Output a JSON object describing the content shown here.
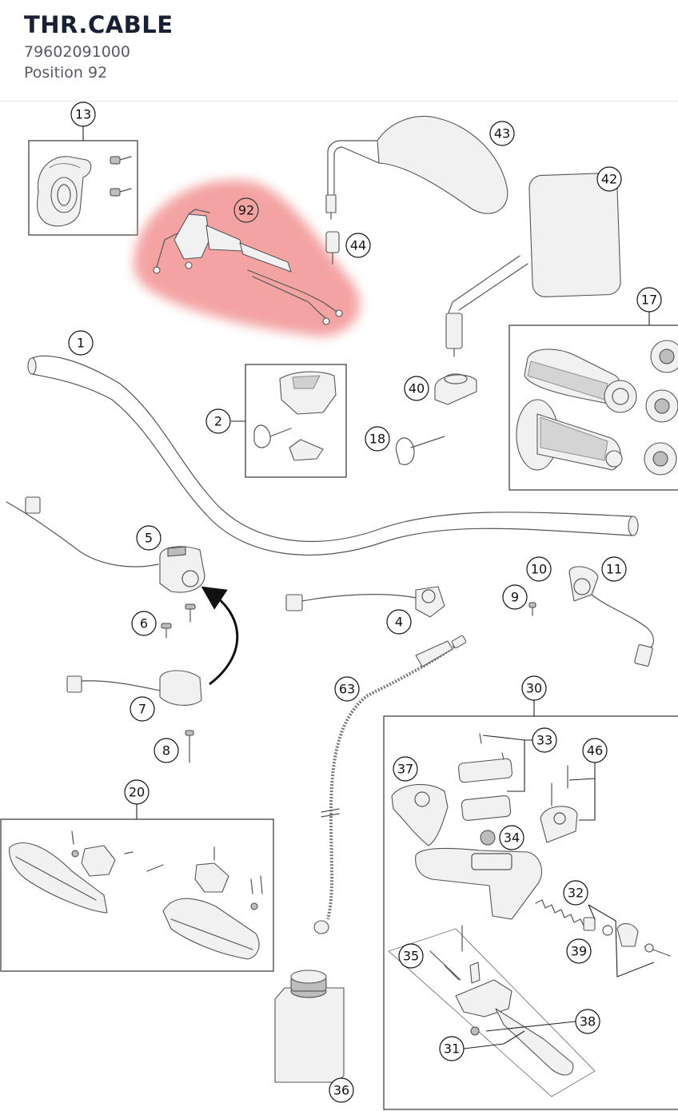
{
  "header": {
    "title": "THR.CABLE",
    "part_number": "79602091000",
    "position": "Position 92"
  },
  "highlight": {
    "color": "#f28b8b",
    "label": "92"
  },
  "callouts": {
    "c1": "1",
    "c2": "2",
    "c4": "4",
    "c5": "5",
    "c6": "6",
    "c7": "7",
    "c8": "8",
    "c9": "9",
    "c10": "10",
    "c11": "11",
    "c13": "13",
    "c17": "17",
    "c18": "18",
    "c20": "20",
    "c30": "30",
    "c31": "31",
    "c32": "32",
    "c33": "33",
    "c34": "34",
    "c35": "35",
    "c36": "36",
    "c37": "37",
    "c38": "38",
    "c39": "39",
    "c40": "40",
    "c42": "42",
    "c43": "43",
    "c44": "44",
    "c46": "46",
    "c63": "63"
  }
}
